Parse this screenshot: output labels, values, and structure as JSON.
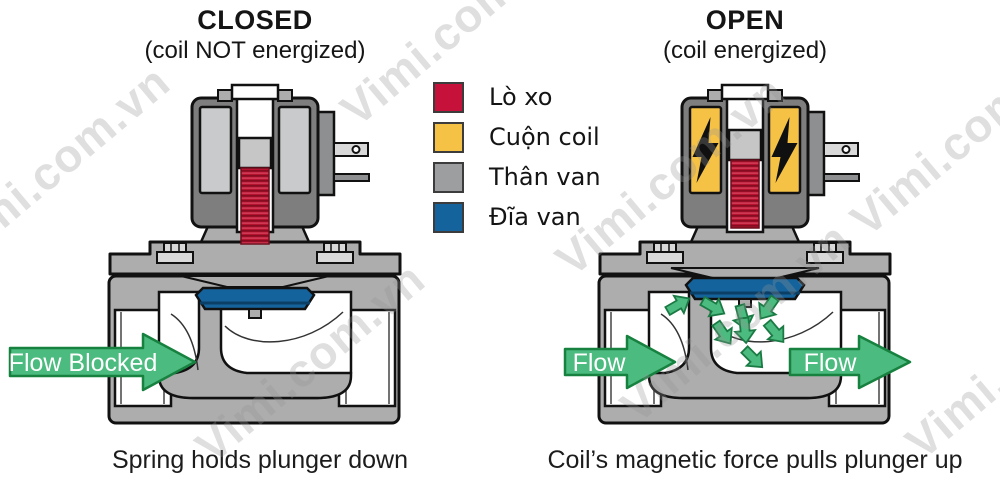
{
  "watermark": "Vimi.com.vn",
  "left_panel": {
    "title": "CLOSED",
    "subtitle": "(coil NOT energized)",
    "flow_blocked_label": "Flow Blocked",
    "caption": "Spring holds plunger down"
  },
  "right_panel": {
    "title": "OPEN",
    "subtitle": "(coil energized)",
    "flow_in_label": "Flow",
    "flow_out_label": "Flow",
    "caption": "Coil’s magnetic force pulls plunger up"
  },
  "legend": {
    "items": [
      {
        "label": "Lò xo",
        "color": "#C6113B"
      },
      {
        "label": "Cuộn coil",
        "color": "#F6C245"
      },
      {
        "label": "Thân van",
        "color": "#9D9EA0"
      },
      {
        "label": "Đĩa van",
        "color": "#15639C"
      }
    ]
  },
  "colors": {
    "flow_green": "#4CBB7F",
    "body_gray": "#ADADAD",
    "coil_gray": "#7E7E7E",
    "spring_red": "#B5122F"
  }
}
